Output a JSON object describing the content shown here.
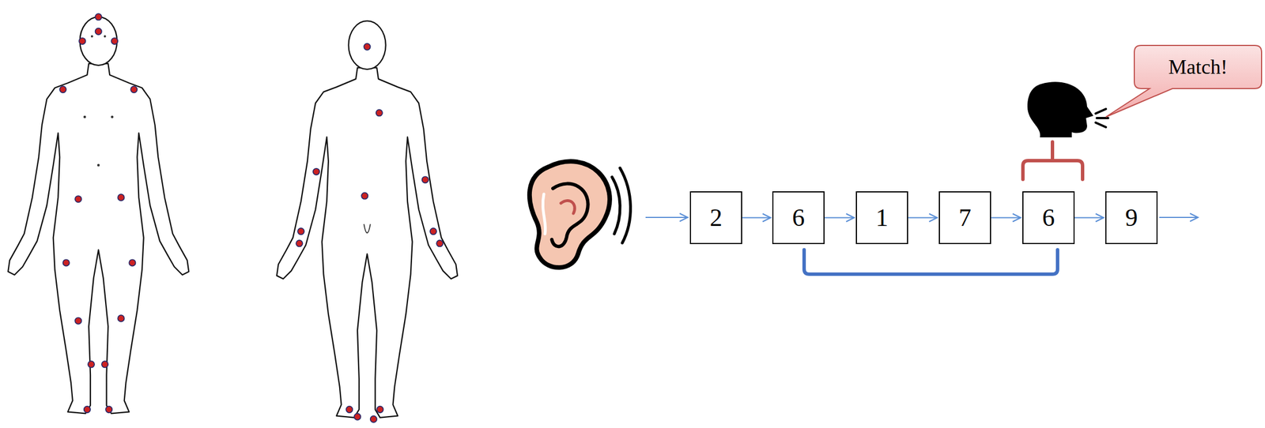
{
  "diagram": {
    "nodes": [
      {
        "text": [
          "2"
        ]
      },
      {
        "text": [
          "6"
        ]
      },
      {
        "text": [
          "1"
        ]
      },
      {
        "text": [
          "7"
        ]
      },
      {
        "text": [
          "6"
        ]
      },
      {
        "text": [
          "9"
        ]
      },
      {
        "text": [
          "Match!"
        ]
      }
    ],
    "edges": [
      {
        "from": 0,
        "to": 1,
        "arrow": "to"
      },
      {
        "from": 1,
        "to": 2,
        "arrow": "to"
      },
      {
        "from": 2,
        "to": 3,
        "arrow": "to"
      },
      {
        "from": 3,
        "to": 4,
        "arrow": "to"
      },
      {
        "from": 4,
        "to": 5,
        "arrow": "to"
      }
    ]
  }
}
